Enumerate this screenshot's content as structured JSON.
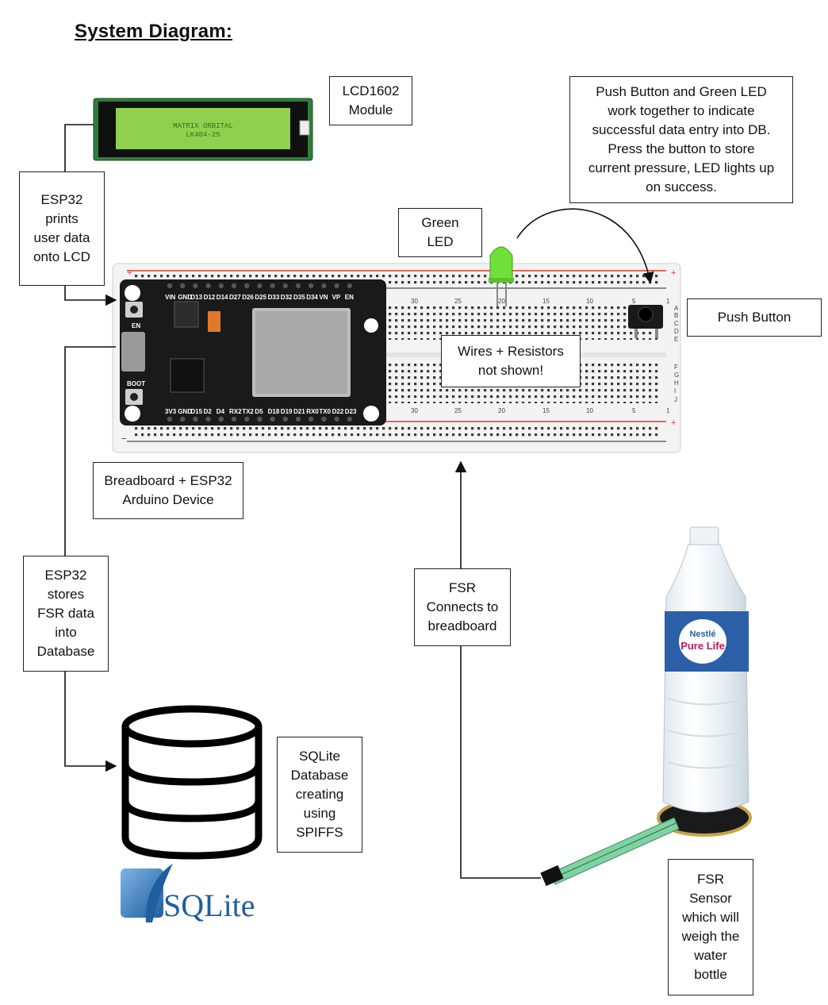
{
  "title": "System Diagram:",
  "labels": {
    "lcd_module": [
      "LCD1602",
      "Module"
    ],
    "esp_prints": [
      "ESP32",
      "prints",
      "user data",
      "onto LCD"
    ],
    "green_led": [
      "Green",
      "LED"
    ],
    "push_led_note": [
      "Push Button and Green LED",
      "work together to indicate",
      "successful data entry into DB.",
      "Press the button to store",
      "current pressure, LED lights up",
      "on success."
    ],
    "push_button": [
      "Push Button"
    ],
    "wires_note": [
      "Wires + Resistors",
      "not shown!"
    ],
    "breadboard_device": [
      "Breadboard + ESP32",
      "Arduino Device"
    ],
    "esp_stores": [
      "ESP32",
      "stores",
      "FSR data",
      "into",
      "Database"
    ],
    "fsr_connects": [
      "FSR",
      "Connects to",
      "breadboard"
    ],
    "sqlite_db": [
      "SQLite",
      "Database",
      "creating",
      "using",
      "SPIFFS"
    ],
    "fsr_sensor": [
      "FSR",
      "Sensor",
      "which will",
      "weigh the",
      "water",
      "bottle"
    ]
  },
  "lcd_screen_text": [
    "MATRIX ORBITAL",
    "LK404-25"
  ],
  "esp32_pins_top": [
    "VIN",
    "GND",
    "D13",
    "D12",
    "D14",
    "D27",
    "D26",
    "D25",
    "D33",
    "D32",
    "D35",
    "D34",
    "VN",
    "VP",
    "EN"
  ],
  "esp32_pins_bottom": [
    "3V3",
    "GND",
    "D15",
    "D2",
    "D4",
    "RX2",
    "TX2",
    "D5",
    "D18",
    "D19",
    "D21",
    "RX0",
    "TX0",
    "D22",
    "D23"
  ],
  "esp32_buttons": [
    "EN",
    "BOOT"
  ],
  "breadboard_columns": [
    "30",
    "25",
    "20",
    "15",
    "10",
    "5",
    "1"
  ],
  "breadboard_rows": [
    "A",
    "B",
    "C",
    "D",
    "E",
    "F",
    "G",
    "H",
    "I",
    "J"
  ],
  "bottle_label": [
    "Nestlé",
    "Pure Life"
  ],
  "sqlite_logo_text": "SQLite",
  "colors": {
    "lcd_green": "#8fd14f",
    "pcb_green": "#2f7d3a",
    "led_green": "#6fe03a",
    "rail_red": "#d93a2b",
    "esp_board": "#1a1a1a",
    "sqlite_blue": "#1f5e9f"
  }
}
